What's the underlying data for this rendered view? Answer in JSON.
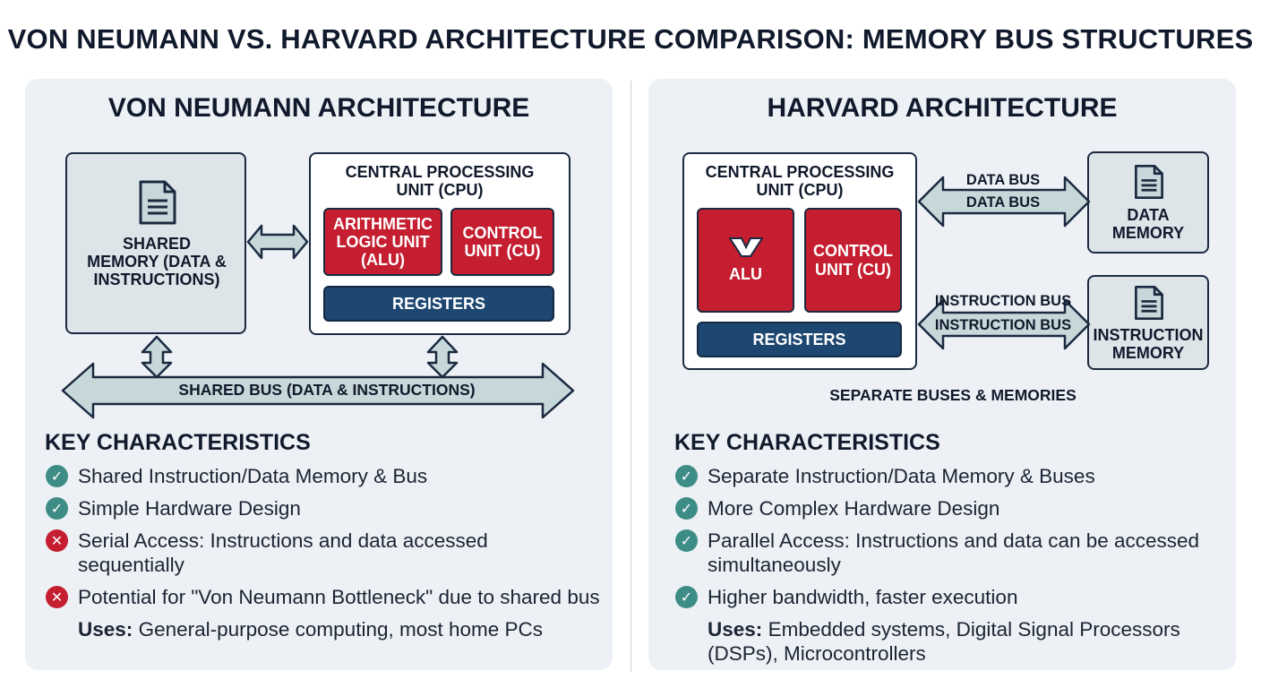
{
  "title": "VON NEUMANN VS. HARVARD ARCHITECTURE COMPARISON: MEMORY BUS STRUCTURES",
  "von_neumann": {
    "heading": "VON NEUMANN ARCHITECTURE",
    "shared_memory": "SHARED MEMORY (DATA & INSTRUCTIONS)",
    "cpu": "CENTRAL PROCESSING UNIT (CPU)",
    "alu": "ARITHMETIC LOGIC UNIT (ALU)",
    "cu": "CONTROL UNIT (CU)",
    "registers": "REGISTERS",
    "bus": "SHARED BUS (DATA & INSTRUCTIONS)",
    "characteristics_heading": "KEY CHARACTERISTICS",
    "characteristics": [
      {
        "text": "Shared Instruction/Data Memory & Bus",
        "status": "check"
      },
      {
        "text": "Simple Hardware Design",
        "status": "check"
      },
      {
        "text": "Serial Access: Instructions and data accessed sequentially",
        "status": "cross"
      },
      {
        "text": "Potential for \"Von Neumann Bottleneck\" due to shared bus",
        "status": "cross"
      }
    ],
    "uses_label": "Uses:",
    "uses_text": "General-purpose computing, most home PCs"
  },
  "harvard": {
    "heading": "HARVARD ARCHITECTURE",
    "cpu": "CENTRAL PROCESSING UNIT (CPU)",
    "alu": "ALU",
    "cu": "CONTROL UNIT (CU)",
    "registers": "REGISTERS",
    "data_bus_1": "DATA BUS",
    "data_bus_2": "DATA BUS",
    "instruction_bus_1": "INSTRUCTION BUS",
    "instruction_bus_2": "INSTRUCTION BUS",
    "data_memory": "DATA MEMORY",
    "instruction_memory": "INSTRUCTION MEMORY",
    "separate_note": "SEPARATE BUSES & MEMORIES",
    "characteristics_heading": "KEY CHARACTERISTICS",
    "characteristics": [
      {
        "text": "Separate Instruction/Data Memory & Buses",
        "status": "check"
      },
      {
        "text": "More Complex Hardware Design",
        "status": "check"
      },
      {
        "text": "Parallel Access: Instructions and data can be accessed simultaneously",
        "status": "check"
      },
      {
        "text": "Higher bandwidth, faster execution",
        "status": "check"
      }
    ],
    "uses_label": "Uses:",
    "uses_text": "Embedded systems, Digital Signal Processors (DSPs), Microcontrollers"
  },
  "icons": {
    "check": "check-circle-icon",
    "cross": "x-circle-icon",
    "memory": "document-icon",
    "alu": "alu-v-icon"
  },
  "colors": {
    "red": "#c41e30",
    "navy": "#1d4670",
    "arrow": "#c6d8d9",
    "check": "#3d8d86",
    "panel": "#edf1f5"
  }
}
